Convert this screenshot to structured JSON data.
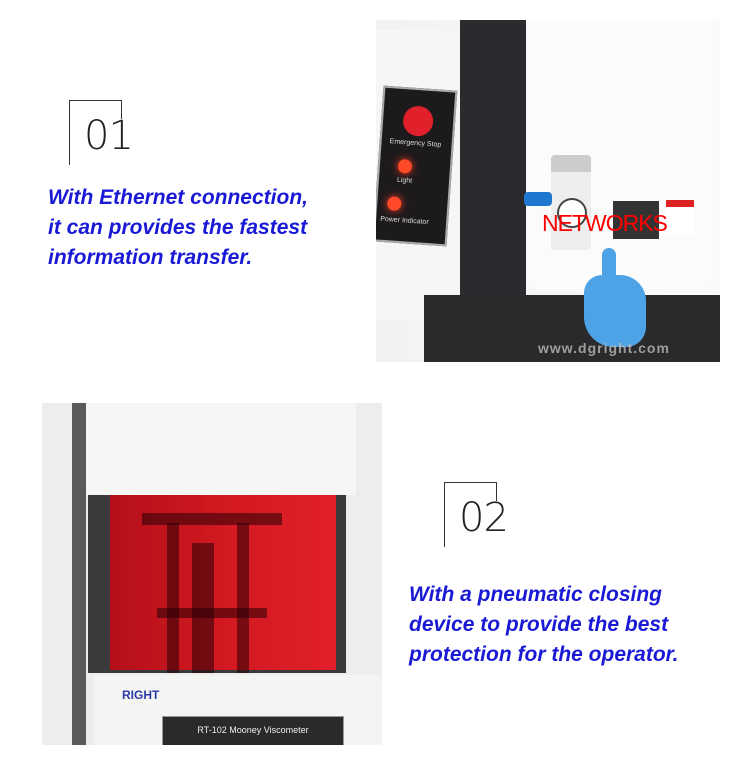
{
  "sections": [
    {
      "number": "01",
      "text_lines": [
        "With Ethernet connection,",
        "it can provides the fastest",
        "information transfer."
      ],
      "photo": {
        "overlay_label": "NETWORKS",
        "panel_labels": [
          "Emergency Stop",
          "Light",
          "Power Indicator"
        ],
        "watermark": "www.dgright.com"
      }
    },
    {
      "number": "02",
      "text_lines": [
        "With a pneumatic closing",
        "device to provide the best",
        "protection for the operator."
      ],
      "photo": {
        "brand_logo": "RIGHT",
        "nameplate": "RT-102  Mooney Viscometer"
      }
    }
  ],
  "colors": {
    "text": "#1a1ad6",
    "overlay_label": "#ff0000",
    "number": "#222222"
  }
}
